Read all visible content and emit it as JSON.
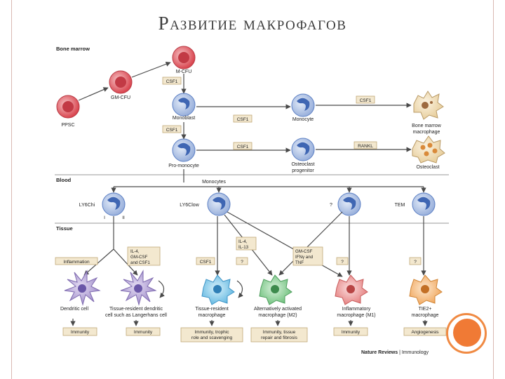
{
  "slide": {
    "title": "Развитие макрофагов"
  },
  "sections": {
    "bone_marrow": "Bone marrow",
    "blood": "Blood",
    "tissue": "Tissue"
  },
  "cells": {
    "ppsc": "PPSC",
    "gm_cfu": "GM-CFU",
    "m_cfu": "M-CFU",
    "monoblast": "Monoblast",
    "pro_monocyte": "Pro-monocyte",
    "monocyte": "Monocyte",
    "bone_marrow_macrophage": [
      "Bone marrow",
      "macrophage"
    ],
    "osteoclast_progenitor": [
      "Osteoclast",
      "progenitor"
    ],
    "osteoclast": "Osteoclast",
    "monocytes": "Monocytes",
    "ly6c_hi": "LY6Chi",
    "ly6c_low": "LY6Clow",
    "unknown": "?",
    "tem": "TEM",
    "dendritic": "Dendritic cell",
    "tissue_dendritic": [
      "Tissue-resident dendritic",
      "cell such as Langerhans cell"
    ],
    "tissue_macrophage": [
      "Tissue-resident",
      "macrophage"
    ],
    "alt_macrophage": [
      "Alternatively activated",
      "macrophage (M2)"
    ],
    "inflammatory_macrophage": [
      "Inflammatory",
      "macrophage (M1)"
    ],
    "tie2_macrophage": [
      "TIE2+",
      "macrophage"
    ]
  },
  "factors": {
    "csf1_mcfu": "CSF1",
    "csf1_monoblast": "CSF1",
    "csf1_monocyte": "CSF1",
    "csf1_bm": "CSF1",
    "csf1_promono": "CSF1",
    "rankl": "RANKL",
    "inflammation": "Inflammation",
    "il4_box": [
      "IL-4,",
      "GM-CSF",
      "and CSF1"
    ],
    "il4_il13": [
      "IL-4,",
      "IL-13"
    ],
    "gmcsf_box": [
      "GM-CSF",
      "IFNγ and",
      "TNF"
    ],
    "csf1_tissue": "CSF1",
    "q1": "?",
    "q2": "?",
    "q3": "?"
  },
  "ly6_roman": {
    "i": "I",
    "ii": "II"
  },
  "outcomes": {
    "immunity1": "Immunity",
    "immunity2": "Immunity",
    "trophic": [
      "Immunity, trophic",
      "role and scavenging"
    ],
    "repair": [
      "Immunity, tissue",
      "repair and fibrosis"
    ],
    "immunity3": "Immunity",
    "angiogenesis": "Angiogenesis"
  },
  "credit": {
    "bold": "Nature Reviews",
    "rest": " | Immunology"
  },
  "colors": {
    "progenitor_red": "#d9454f",
    "monocyte_blue": "#5b7fc4",
    "label_box_fill": "#f3e8cf",
    "label_box_border": "#c0a877",
    "arrow": "#4a4a4a",
    "accent_orange": "#f07a35"
  }
}
